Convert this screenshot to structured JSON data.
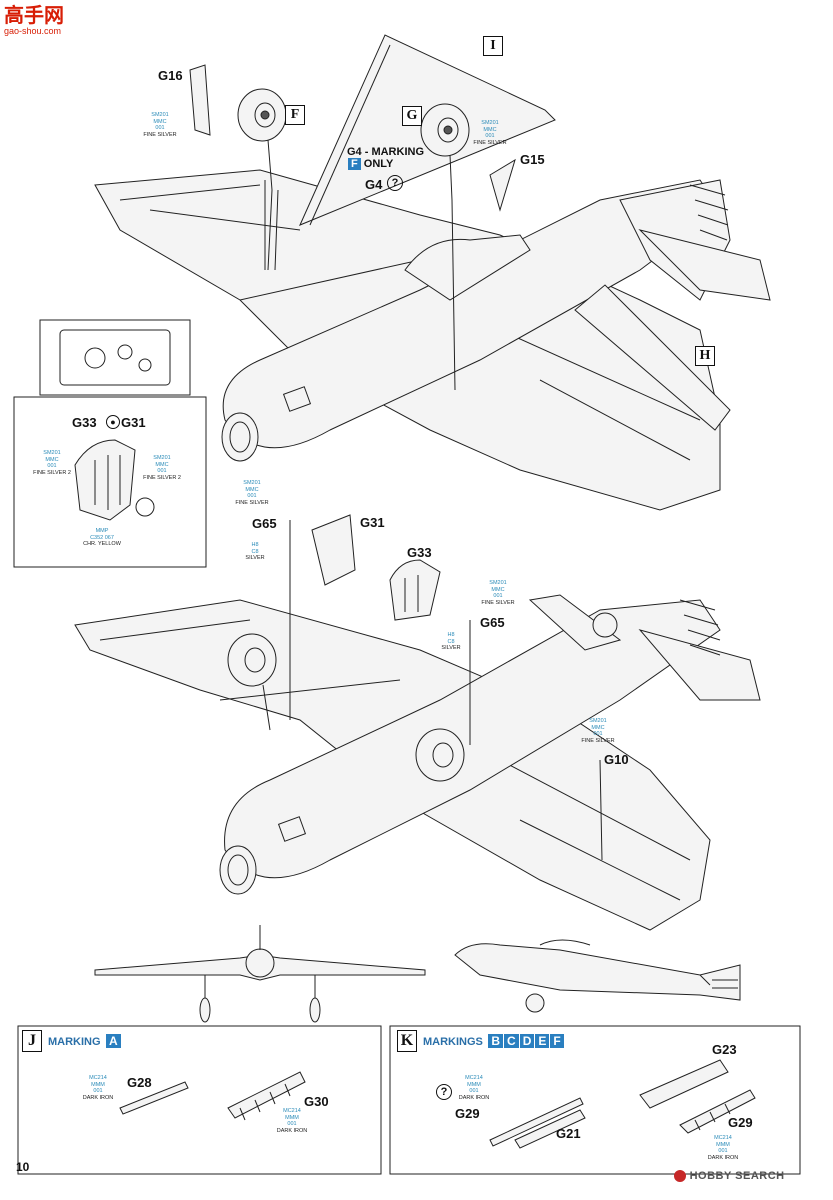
{
  "watermark": {
    "top": "高手网",
    "sub": "gao-shou.com"
  },
  "labels": {
    "g16": "G16",
    "f": "F",
    "g": "G",
    "i": "I",
    "g15": "G15",
    "g4_marking_a": "G4 - MARKING",
    "g4_marking_b": "F",
    "g4_marking_c": "ONLY",
    "g4": "G4",
    "h": "H",
    "g33_g31_a": "G33",
    "g33_g31_b": "G31",
    "g65_top": "G65",
    "g31": "G31",
    "g33": "G33",
    "g65_right": "G65",
    "g10": "G10",
    "g28": "G28",
    "g30": "G30",
    "g23": "G23",
    "g29_left": "G29",
    "g21": "G21",
    "g29_right": "G29"
  },
  "paints": {
    "p1": {
      "code": "SM201",
      "line2": "MMC",
      "line3": "001",
      "name": "FINE SILVER"
    },
    "p2": {
      "code": "SM201",
      "line2": "MMC",
      "line3": "001",
      "name": "FINE SILVER"
    },
    "p3": {
      "code": "SM201",
      "line2": "MMC",
      "line3": "001",
      "name": "FINE SILVER 2"
    },
    "p4": {
      "code": "SM201",
      "line2": "MMC",
      "line3": "001",
      "name": "FINE SILVER 2"
    },
    "p5": {
      "code": "MMP",
      "line2": "C352  067",
      "line3": "",
      "name": "CHR. YELLOW"
    },
    "p6": {
      "code": "SM201",
      "line2": "MMC",
      "line3": "001",
      "name": "FINE SILVER"
    },
    "p7": {
      "code": "H8",
      "line2": "C8",
      "line3": "",
      "name": "SILVER"
    },
    "p8": {
      "code": "SM201",
      "line2": "MMC",
      "line3": "001",
      "name": "FINE SILVER"
    },
    "p9": {
      "code": "H8",
      "line2": "C8",
      "line3": "",
      "name": "SILVER"
    },
    "p10": {
      "code": "SM201",
      "line2": "MMC",
      "line3": "001",
      "name": "FINE SILVER"
    },
    "p11": {
      "code": "MC214",
      "line2": "MMM",
      "line3": "001",
      "name": "DARK IRON"
    },
    "p12": {
      "code": "MC214",
      "line2": "MMM",
      "line3": "001",
      "name": "DARK IRON"
    },
    "p13": {
      "code": "MC214",
      "line2": "MMM",
      "line3": "001",
      "name": "DARK IRON"
    },
    "p14": {
      "code": "MC214",
      "line2": "MMM",
      "line3": "001",
      "name": "DARK IRON"
    }
  },
  "panel_j": {
    "letter": "J",
    "title": "MARKING",
    "markings": [
      "A"
    ]
  },
  "panel_k": {
    "letter": "K",
    "title": "MARKINGS",
    "markings": [
      "B",
      "C",
      "D",
      "E",
      "F"
    ]
  },
  "page_number": "10",
  "brand": "HOBBY SEARCH",
  "colors": {
    "accent_blue": "#2a7fc0",
    "paint_code": "#2a8bb8"
  }
}
